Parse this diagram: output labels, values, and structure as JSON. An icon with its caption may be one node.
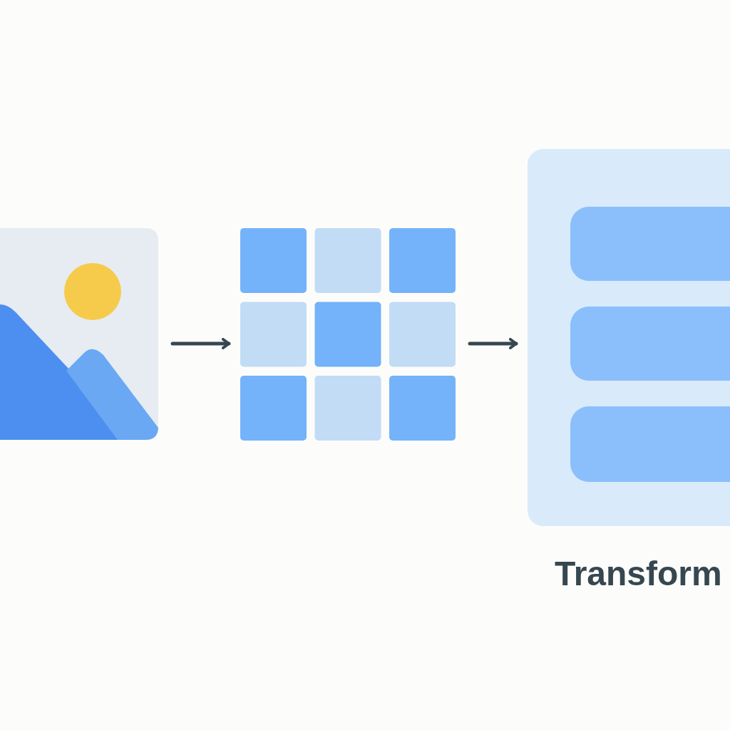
{
  "diagram": {
    "nodes": [
      {
        "text": [],
        "shape": "picture"
      },
      {
        "text": [],
        "shape": "grid"
      },
      {
        "text": [],
        "shape": "box",
        "beside": [
          "Transform"
        ]
      },
      {
        "text": [],
        "shape": "bar",
        "in": 2
      },
      {
        "text": [],
        "shape": "bar",
        "in": 2
      },
      {
        "text": [],
        "shape": "bar",
        "in": 2
      }
    ],
    "edges": [
      {
        "from": 0,
        "to": 1,
        "arrow": "to"
      },
      {
        "from": 1,
        "to": 2,
        "arrow": "to"
      }
    ]
  }
}
